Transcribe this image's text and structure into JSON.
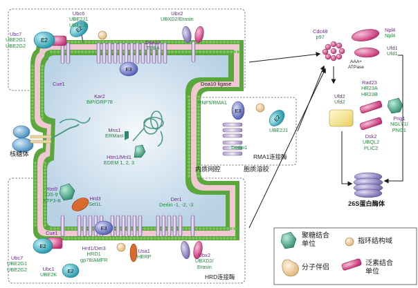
{
  "top_complex": {
    "ubc7": {
      "human": "Ubc7",
      "yeast_lines": [
        "UBE2G1",
        "UBE2G2"
      ]
    },
    "ubc6": {
      "human": "Ubc6",
      "yeast_lines": [
        "UBE2J1",
        "UBE2J2"
      ]
    },
    "cue1": "Cue1",
    "doa10": {
      "human": "Doa10",
      "yeast": "TEB4"
    },
    "ubx2": {
      "human": "Ubx2",
      "yeast": "UBXD2/Erasin"
    },
    "name": "Doa10 ligase",
    "e2": "E2",
    "e3": "E3"
  },
  "lumen": {
    "kar2": {
      "human": "Kar2",
      "yeast": "BiP/GRP78"
    },
    "mns1": {
      "human": "Mns1",
      "yeast": "ERManI"
    },
    "htm1": {
      "human": "Htm1/Mnl1",
      "yeast": "EDEM 1, 2, 3"
    },
    "label": "内质网腔"
  },
  "ribosome": "核糖体",
  "rma1": {
    "rnf5": "RNF5/RMA1",
    "ube2j1": "UBE2J1",
    "derlin1": "Derlin1",
    "name": "RMA1连接酶",
    "cytosol": "胞质溶胶",
    "e2": "E2",
    "e3": "E3"
  },
  "hrd": {
    "yos9": {
      "human": "Yos9",
      "yeast_lines": [
        "OS-9",
        "XTP3-B"
      ]
    },
    "hrd3": {
      "human": "Hrd3",
      "yeast": "Sel1L"
    },
    "der1": {
      "human": "Der1",
      "yeast": "Derlin -1, -2, -3"
    },
    "cue1": "Cue1",
    "hrd1": {
      "human": "Hrd1/Der3",
      "yeast_lines": [
        "HRD1",
        "gp78/AMFR"
      ]
    },
    "usa1": {
      "human": "Usa1",
      "yeast": "HERP"
    },
    "ubx2": {
      "human": "Ubx2",
      "yeast_lines": [
        "UBXD2/",
        "Erasin"
      ]
    },
    "ubc7": {
      "human": "Ubc7",
      "yeast_lines": [
        "UBE2G1",
        "UBE2G2"
      ]
    },
    "ubc1": {
      "human": "Ubc1",
      "yeast": "UBE2K"
    },
    "name": "HRD连接酶",
    "e2": "E2",
    "e3": "E3"
  },
  "cytosolic": {
    "cdc48": {
      "human": "Cdc48",
      "yeast": "p97"
    },
    "aaa": [
      "AAA+",
      "ATPase"
    ],
    "npl4": {
      "human": "Npl4",
      "yeast": "Npl4"
    },
    "ufd1": {
      "human": "Ufd1",
      "yeast": "Ufd1"
    },
    "ufd2": {
      "human": "Ufd2",
      "yeast": "Ufd2"
    },
    "rad23": {
      "human": "Rad23",
      "yeast_lines": [
        "HR23A",
        "HR23B"
      ]
    },
    "png1": {
      "human": "Png1",
      "yeast_lines": [
        "NGLY1/",
        "PNG1"
      ]
    },
    "dsk2": {
      "human": "Dsk2",
      "yeast_lines": [
        "UBQL2",
        "PLIC2"
      ]
    },
    "proteasome": "26S蛋白酶体"
  },
  "legend": {
    "glycan": [
      "聚糖结合",
      "单位"
    ],
    "ring": "指环结构域",
    "chaperone": "分子伴侣",
    "ubiquitin": [
      "泛素结合",
      "单位"
    ]
  },
  "colors": {
    "membrane_green": "#5aa83c",
    "lipid_pink": "#f0c8d2",
    "lumen_blue": "#cfe1ef",
    "e2_teal": "#3ab0c0",
    "e3_blue": "#6c7ccc",
    "pink_protein": "#d84f8a",
    "chaperone_peach": "#f2d8a6",
    "yellow_ring": "#f5e39a",
    "glycan_green": "#3c9a7a",
    "proteasome_purple": "#8878b8",
    "text_human": "#6a2c8c",
    "text_yeast": "#1f8a3c"
  }
}
